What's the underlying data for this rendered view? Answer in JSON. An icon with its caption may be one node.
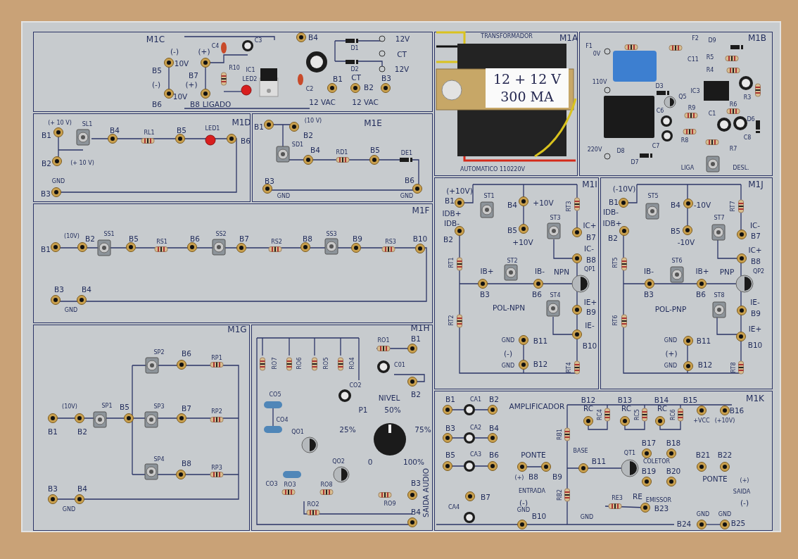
{
  "diagram": {
    "nodes": [
      {
        "text": [
          "M1C"
        ]
      },
      {
        "text": [
          "M1A"
        ]
      },
      {
        "text": [
          "M1B"
        ]
      },
      {
        "text": [
          "M1D"
        ]
      },
      {
        "text": [
          "M1E"
        ]
      },
      {
        "text": [
          "M1F"
        ]
      },
      {
        "text": [
          "M1I"
        ]
      },
      {
        "text": [
          "M1J"
        ]
      },
      {
        "text": [
          "M1G"
        ]
      },
      {
        "text": [
          "M1H"
        ]
      },
      {
        "text": [
          "M1K"
        ]
      }
    ],
    "labels": [
      "(-)",
      "(+)",
      "10V",
      "B5",
      "B7",
      "(-)",
      "(+)",
      "10V",
      "B6",
      "B8",
      "LIGADO",
      "C4",
      "C3",
      "R10",
      "LED2",
      "IC1",
      "B4",
      "C2",
      "D1",
      "D2",
      "B1",
      "CT",
      "B2",
      "B3",
      "12 VAC",
      "12 VAC",
      "12V",
      "CT",
      "12V",
      "TRANSFORMADOR",
      "12 + 12 V",
      "300 MA",
      "AUTOMATICO 110220V",
      "F1",
      "F2",
      "0V",
      "110V",
      "C11",
      "D9",
      "R5",
      "R4",
      "IC3",
      "R3",
      "D3",
      "Q5",
      "C6",
      "R9",
      "R6",
      "C1",
      "D6",
      "R8",
      "R7",
      "C8",
      "C7",
      "220V",
      "D8",
      "D7",
      "LIGA",
      "DESL.",
      "(+ 10 V)",
      "SL1",
      "B1",
      "B4",
      "RL1",
      "B5",
      "LED1",
      "B6",
      "B2",
      "(+ 10 V)",
      "GND",
      "B3",
      "B1",
      "(10 V)",
      "B2",
      "SD1",
      "B4",
      "RD1",
      "B5",
      "DE1",
      "B3",
      "GND",
      "B6",
      "GND",
      "B1",
      "(10V)",
      "B2",
      "SS1",
      "B5",
      "RS1",
      "B6",
      "SS2",
      "B7",
      "RS2",
      "B8",
      "SS3",
      "B9",
      "RS3",
      "B10",
      "B3",
      "B4",
      "GND",
      "(+10V)",
      "ST1",
      "B4",
      "+10V",
      "RT3",
      "B1",
      "IDB+",
      "IDB-",
      "B2",
      "B5",
      "+10V",
      "ST3",
      "IC+",
      "B7",
      "IC-",
      "B8",
      "RT1",
      "ST2",
      "IB+",
      "IB-",
      "NPN",
      "QP1",
      "B3",
      "B6",
      "ST4",
      "IE+",
      "B9",
      "POL-NPN",
      "RT2",
      "IE-",
      "GND",
      "B11",
      "B10",
      "(-)",
      "GND",
      "B12",
      "RT4",
      "(-10V)",
      "ST5",
      "B1",
      "B4",
      "-10V",
      "RT7",
      "IDB-",
      "IDB+",
      "ST7",
      "IC-",
      "B2",
      "B5",
      "-10V",
      "B7",
      "IC+",
      "ST6",
      "B8",
      "RT5",
      "IB-",
      "IB+",
      "PNP",
      "QP2",
      "B3",
      "B6",
      "ST8",
      "IE-",
      "POL-PNP",
      "B9",
      "RT6",
      "IE+",
      "GND",
      "B11",
      "B10",
      "(+)",
      "GND",
      "B12",
      "RT8",
      "SP2",
      "B6",
      "RP1",
      "(10V)",
      "SP1",
      "B5",
      "SP3",
      "B7",
      "RP2",
      "B1",
      "B2",
      "SP4",
      "B8",
      "RP3",
      "B3",
      "B4",
      "GND",
      "RO1",
      "B1",
      "RO7",
      "RO6",
      "RO5",
      "RO4",
      "C01",
      "CO2",
      "CO5",
      "NIVEL",
      "B2",
      "P1",
      "50%",
      "CO4",
      "QO1",
      "25%",
      "75%",
      "QO2",
      "0",
      "100%",
      "CO3",
      "RO3",
      "RO8",
      "B3",
      "RO2",
      "RO9",
      "SAIDA AUDIO",
      "B4",
      "B1",
      "CA1",
      "B2",
      "AMPLIFICADOR",
      "B12",
      "B13",
      "B14",
      "B15",
      "RC",
      "RC4",
      "RC",
      "RC5",
      "RC",
      "RC6",
      "B16",
      "+VCC",
      "(+10V)",
      "B3",
      "CA2",
      "B4",
      "RB1",
      "BASE",
      "QT1",
      "B17",
      "B18",
      "B5",
      "CA3",
      "B6",
      "PONTE",
      "B11",
      "COLETOR",
      "B21",
      "B22",
      "(+)",
      "B8",
      "B9",
      "B19",
      "B20",
      "PONTE",
      "(+)",
      "B7",
      "ENTRADA",
      "RB2",
      "RE3",
      "RE",
      "EMISSOR",
      "SAIDA",
      "CA4",
      "(-)",
      "GND",
      "B10",
      "GND",
      "B23",
      "GND",
      "GND",
      "(-)",
      "B24",
      "B25"
    ]
  }
}
